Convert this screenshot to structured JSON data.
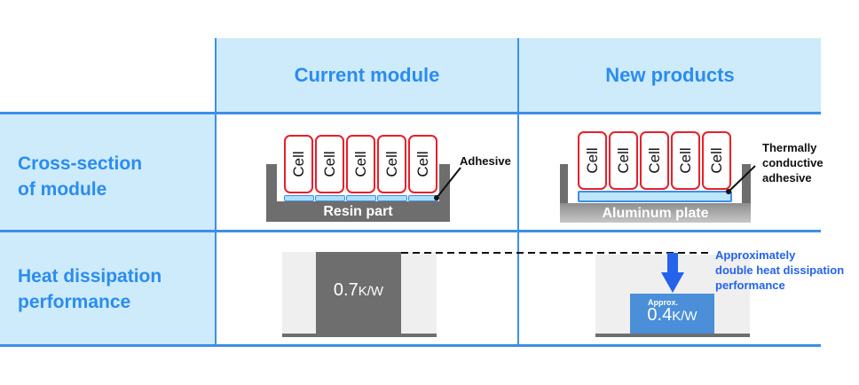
{
  "header": {
    "columns": [
      {
        "label": "Current module"
      },
      {
        "label": "New products"
      }
    ]
  },
  "rows": [
    {
      "label_line1": "Cross-section",
      "label_line2": "of module"
    },
    {
      "label_line1": "Heat dissipation",
      "label_line2": "performance"
    }
  ],
  "current_module": {
    "cells": [
      "Cell",
      "Cell",
      "Cell",
      "Cell",
      "Cell"
    ],
    "base_label": "Resin part",
    "adhesive_label": "Adhesive",
    "thermal_resistance": {
      "value": "0.7",
      "unit": "K/W"
    }
  },
  "new_products": {
    "cells": [
      "Cell",
      "Cell",
      "Cell",
      "Cell",
      "Cell"
    ],
    "base_label": "Aluminum plate",
    "adhesive_label_line1": "Thermally",
    "adhesive_label_line2": "conductive",
    "adhesive_label_line3": "adhesive",
    "thermal_resistance": {
      "prefix": "Approx.",
      "value": "0.4",
      "unit": "K/W"
    },
    "annotation_line1": "Approximately",
    "annotation_line2": "double heat dissipation",
    "annotation_line3": "performance"
  },
  "colors": {
    "accent_blue": "#2b8cef",
    "grid_line": "#3d8ee8",
    "header_bg": "#cdebfa",
    "cell_border": "#e8202a",
    "resin_gray": "#6e6e6e",
    "new_bar_blue": "#4a8fd8",
    "arrow_blue": "#2563eb"
  }
}
